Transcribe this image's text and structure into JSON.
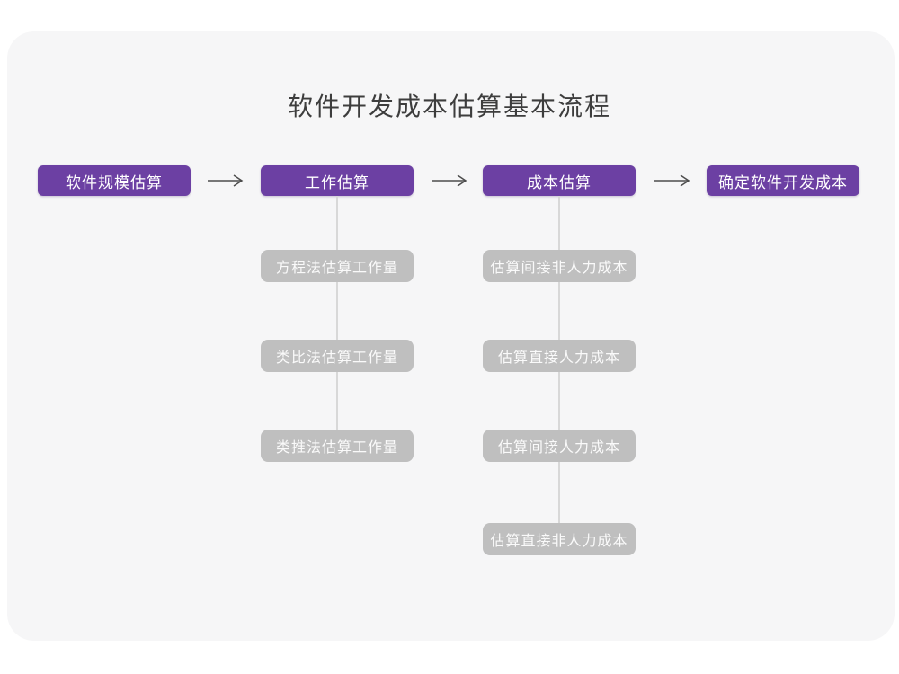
{
  "title": "软件开发成本估算基本流程",
  "flow": {
    "stages": [
      {
        "label": "软件规模估算"
      },
      {
        "label": "工作估算"
      },
      {
        "label": "成本估算"
      },
      {
        "label": "确定软件开发成本"
      }
    ],
    "effort_methods": [
      {
        "label": "方程法估算工作量"
      },
      {
        "label": "类比法估算工作量"
      },
      {
        "label": "类推法估算工作量"
      }
    ],
    "cost_steps": [
      {
        "label": "估算间接非人力成本"
      },
      {
        "label": "估算直接人力成本"
      },
      {
        "label": "估算间接人力成本"
      },
      {
        "label": "估算直接非人力成本"
      }
    ]
  },
  "colors": {
    "stage_fill": "#6C40A3",
    "stage_text": "#FFFFFF",
    "subnode_fill": "#BFBFBF",
    "subnode_text": "#FAFAFA",
    "connector_line": "#D8D8D8",
    "arrow": "#4D4D4D",
    "canvas_card": "#F6F6F7",
    "page_background": "#FFFFFF",
    "title_text": "#3D3D3D"
  }
}
